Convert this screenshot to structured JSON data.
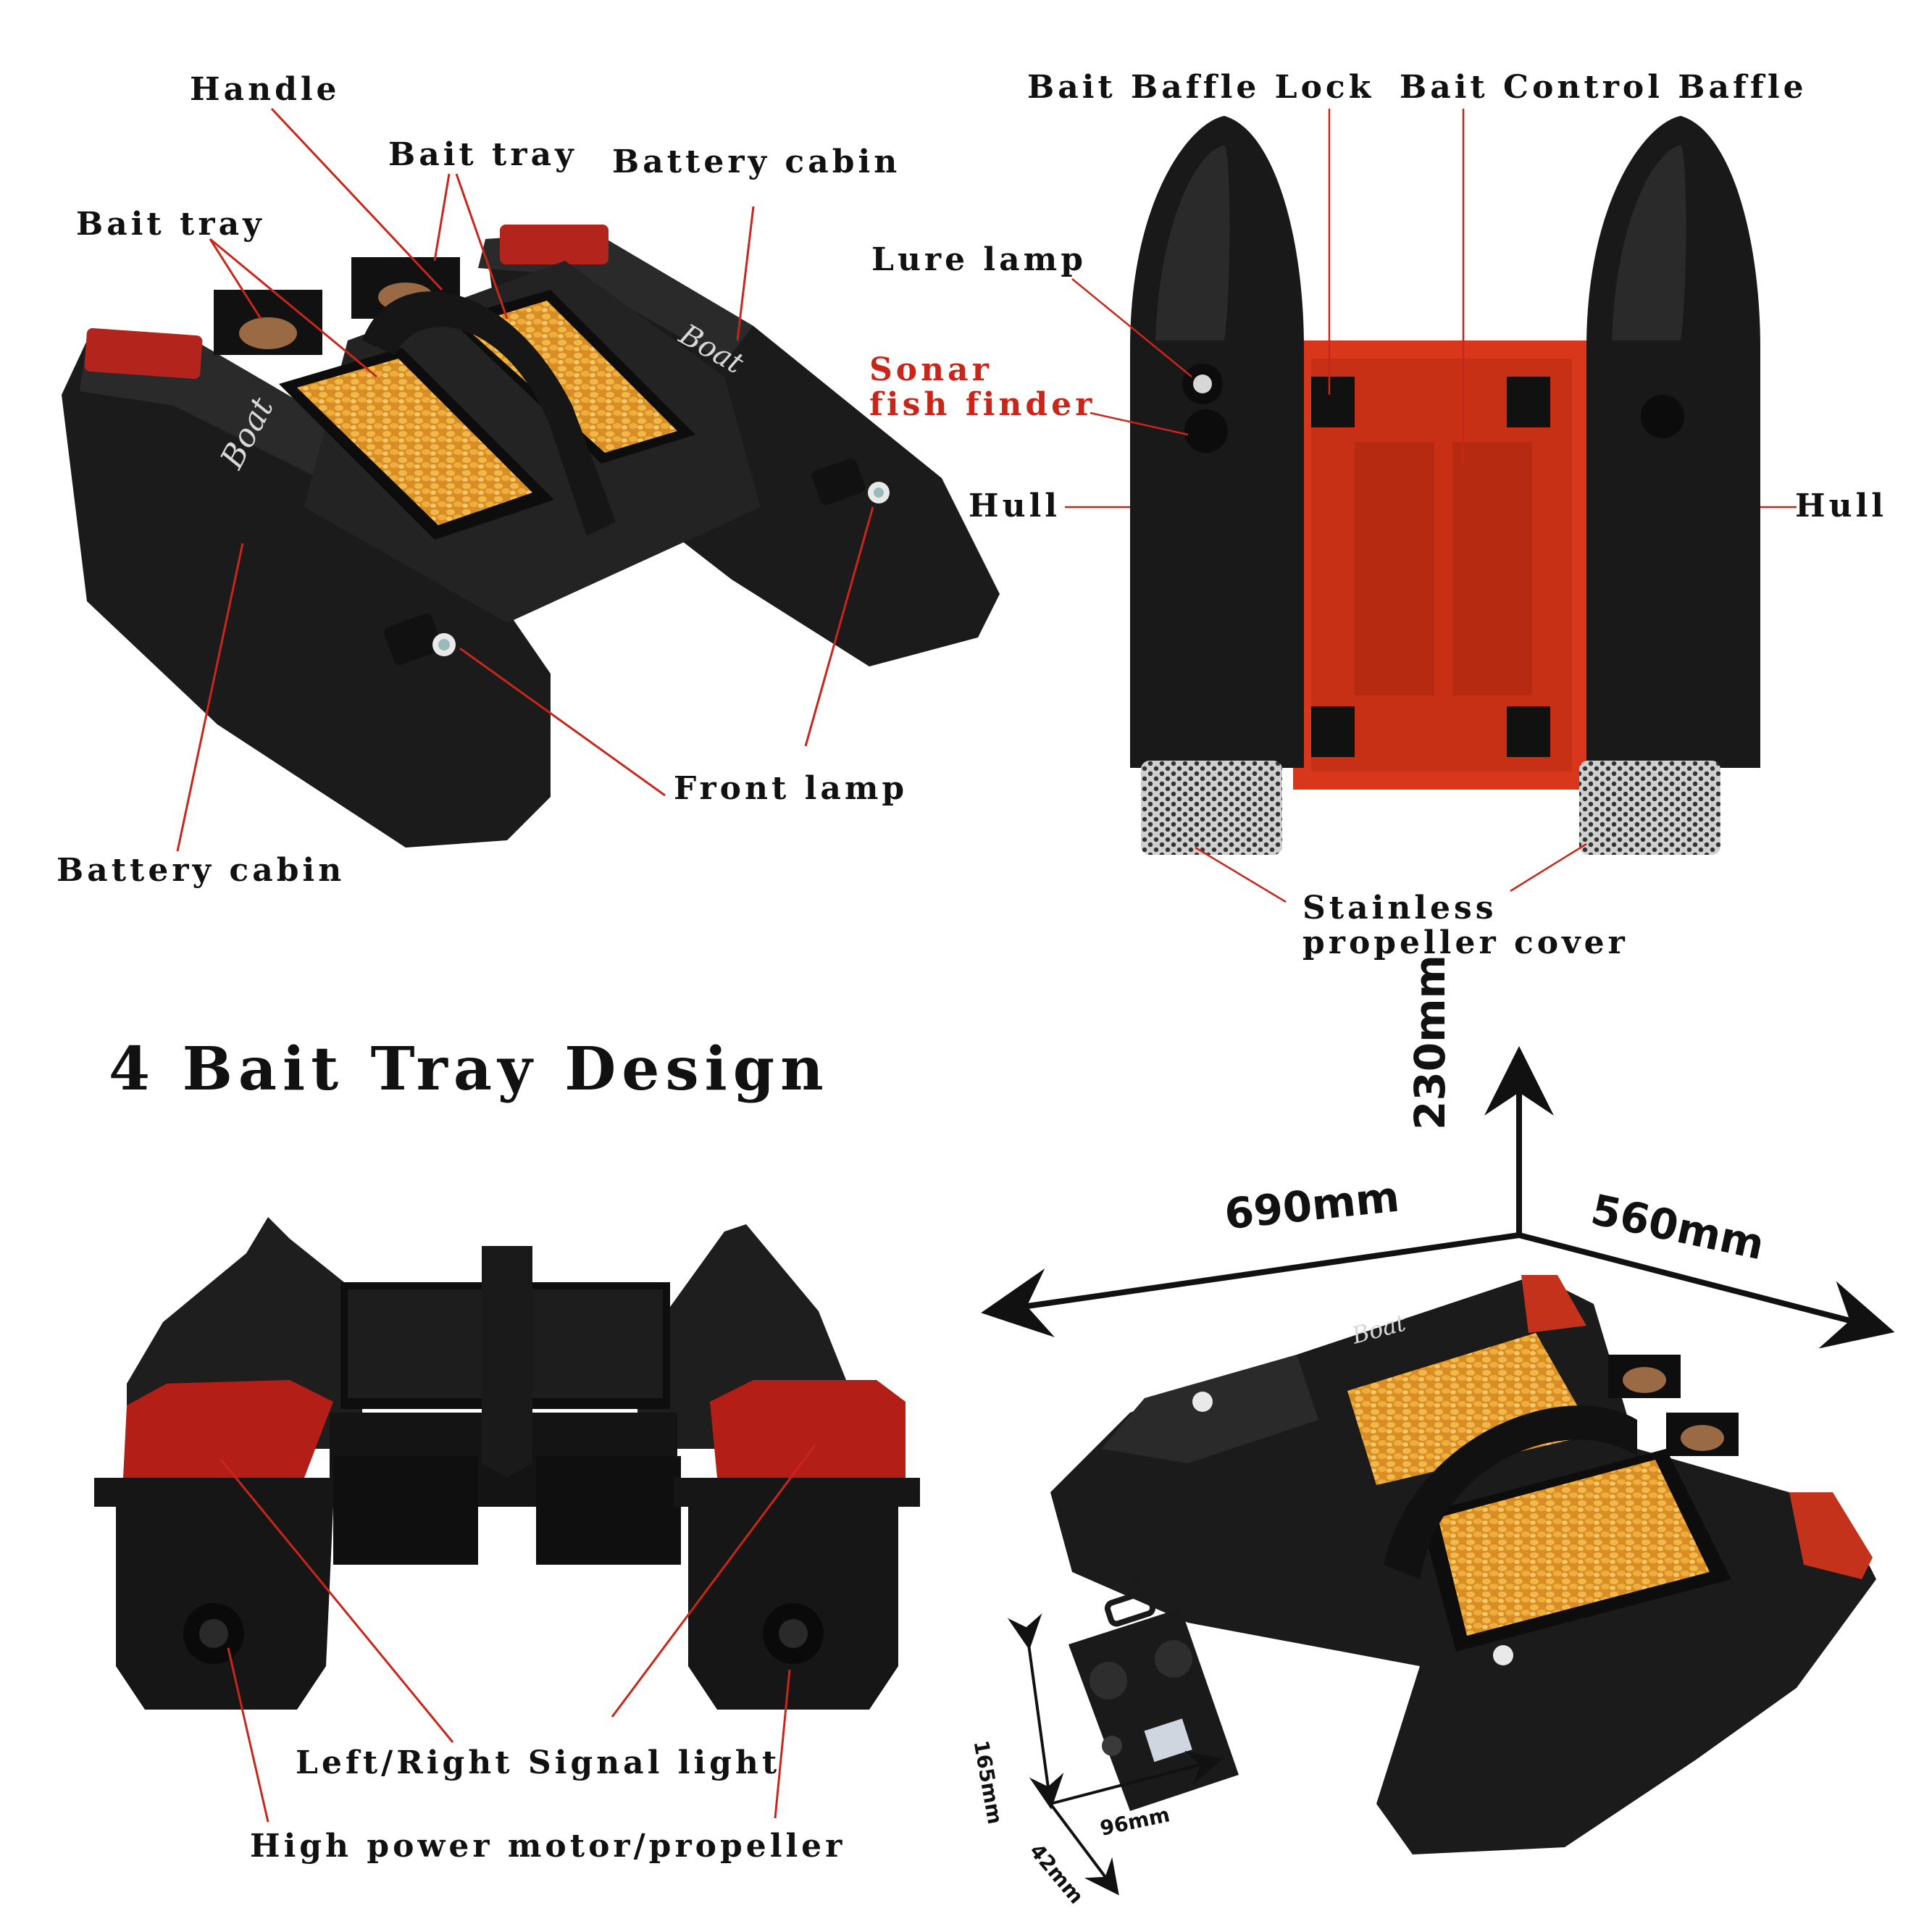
{
  "panel_top_left": {
    "labels": {
      "handle": "Handle",
      "bait_tray_top": "Bait tray",
      "bait_tray_left": "Bait tray",
      "battery_cabin_top": "Battery cabin",
      "battery_cabin_bottom": "Battery cabin",
      "front_lamp": "Front lamp"
    },
    "logo_text": "Boat"
  },
  "panel_top_right": {
    "labels": {
      "bait_baffle_lock": "Bait Baffle Lock",
      "bait_control_baffle": "Bait Control Baffle",
      "lure_lamp": "Lure lamp",
      "sonar_line1": "Sonar",
      "sonar_line2": "fish finder",
      "hull_left": "Hull",
      "hull_right": "Hull",
      "stainless_line1": "Stainless",
      "stainless_line2": "propeller cover"
    }
  },
  "panel_bottom_left": {
    "heading": "4 Bait Tray Design",
    "labels": {
      "signal_light": "Left/Right Signal light",
      "motor": "High power motor/propeller"
    }
  },
  "panel_bottom_right": {
    "dimensions": {
      "height": "230mm",
      "length": "690mm",
      "width": "560mm"
    },
    "remote_dimensions": {
      "height": "165mm",
      "width": "96mm",
      "depth": "42mm"
    }
  },
  "colors": {
    "hull": "#1a1a1a",
    "leader_line": "#c8261a",
    "accent_red": "#c8261a",
    "tray_red": "#d8401f",
    "corn": "#e8a33a"
  }
}
